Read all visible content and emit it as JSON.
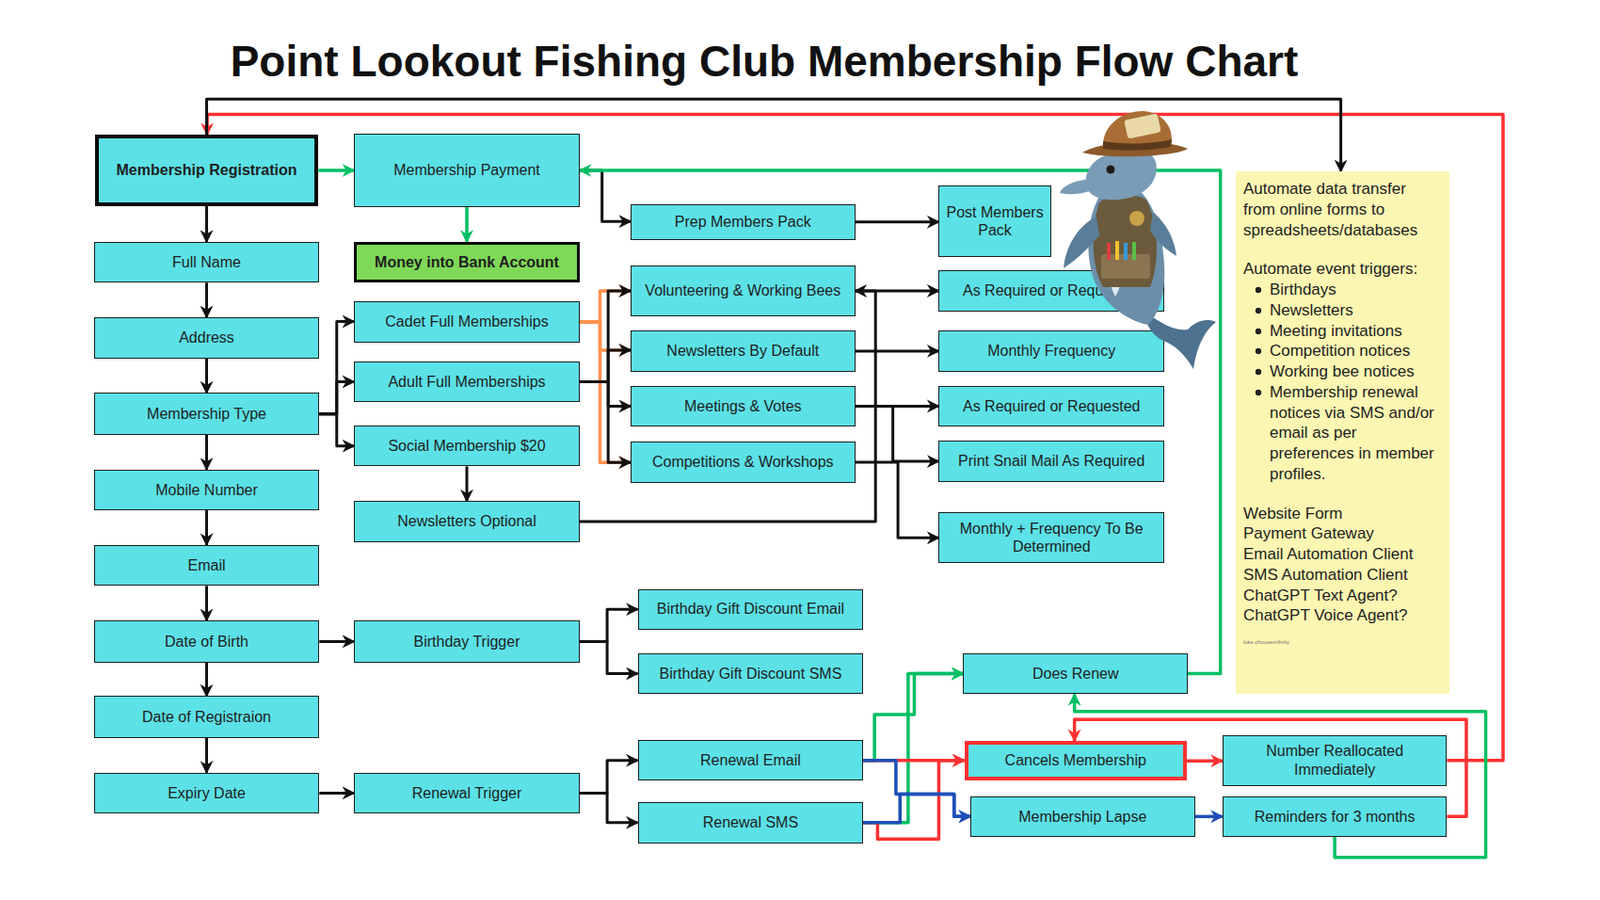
{
  "diagram": {
    "title": "Point Lookout Fishing Club Membership Flow Chart",
    "nodes": [
      {
        "text": [
          "Membership Registration"
        ]
      },
      {
        "text": [
          "Membership Payment"
        ]
      },
      {
        "text": [
          "Money into Bank Account"
        ]
      },
      {
        "text": [
          "Prep Members Pack"
        ]
      },
      {
        "text": [
          "Post Members Pack"
        ]
      },
      {
        "text": [
          "Full Name"
        ]
      },
      {
        "text": [
          "Address"
        ]
      },
      {
        "text": [
          "Membership Type"
        ]
      },
      {
        "text": [
          "Mobile Number"
        ]
      },
      {
        "text": [
          "Email"
        ]
      },
      {
        "text": [
          "Date of Birth"
        ]
      },
      {
        "text": [
          "Date of Registraion"
        ]
      },
      {
        "text": [
          "Expiry Date"
        ]
      },
      {
        "text": [
          "Cadet Full Memberships"
        ]
      },
      {
        "text": [
          "Adult Full Memberships"
        ]
      },
      {
        "text": [
          "Social Membership $20"
        ]
      },
      {
        "text": [
          "Newsletters Optional"
        ]
      },
      {
        "text": [
          "Volunteering & Working Bees"
        ]
      },
      {
        "text": [
          "Newsletters By Default"
        ]
      },
      {
        "text": [
          "Meetings & Votes"
        ]
      },
      {
        "text": [
          "Competitions & Workshops"
        ]
      },
      {
        "text": [
          "As Required or Requested"
        ]
      },
      {
        "text": [
          "Monthly Frequency"
        ]
      },
      {
        "text": [
          "As Required or Requested"
        ]
      },
      {
        "text": [
          "Print Snail Mail As Required"
        ]
      },
      {
        "text": [
          "Monthly + Frequency To Be Determined"
        ]
      },
      {
        "text": [
          "Birthday Trigger"
        ]
      },
      {
        "text": [
          "Birthday Gift Discount Email"
        ]
      },
      {
        "text": [
          "Birthday Gift Discount SMS"
        ]
      },
      {
        "text": [
          "Renewal Trigger"
        ]
      },
      {
        "text": [
          "Renewal Email"
        ]
      },
      {
        "text": [
          "Renewal SMS"
        ]
      },
      {
        "text": [
          "Does Renew"
        ]
      },
      {
        "text": [
          "Cancels Membership"
        ]
      },
      {
        "text": [
          "Number Reallocated Immediately"
        ]
      },
      {
        "text": [
          "Membership Lapse"
        ]
      },
      {
        "text": [
          "Reminders for 3 months"
        ]
      },
      {
        "text": [
          "Automate data transfer from online forms to spreadsheets/databases",
          "Automate event triggers:",
          "Birthdays",
          "Newsletters",
          "Meeting invitations",
          "Competition notices",
          "Working bee notices",
          "Membership renewal notices via SMS and/or email as per preferences in member profiles.",
          "Website Form",
          "Payment Gateway",
          "Email Automation Client",
          "SMS Automation Client",
          "ChatGPT Text Agent?",
          "ChatGPT Voice Agent?",
          "luke.chooseinfinity"
        ]
      }
    ],
    "edges": [
      {
        "from": 0,
        "to": 1,
        "arrow": "to"
      },
      {
        "from": 1,
        "to": 2,
        "arrow": "to"
      },
      {
        "from": 1,
        "to": 3,
        "arrow": "to"
      },
      {
        "from": 3,
        "to": 4,
        "arrow": "to"
      },
      {
        "from": 0,
        "to": 5,
        "arrow": "to"
      },
      {
        "from": 5,
        "to": 6,
        "arrow": "to"
      },
      {
        "from": 6,
        "to": 7,
        "arrow": "to"
      },
      {
        "from": 7,
        "to": 8,
        "arrow": "to"
      },
      {
        "from": 8,
        "to": 9,
        "arrow": "to"
      },
      {
        "from": 9,
        "to": 10,
        "arrow": "to"
      },
      {
        "from": 10,
        "to": 11,
        "arrow": "to"
      },
      {
        "from": 11,
        "to": 12,
        "arrow": "to"
      },
      {
        "from": 7,
        "to": 13,
        "arrow": "to"
      },
      {
        "from": 7,
        "to": 14,
        "arrow": "to"
      },
      {
        "from": 7,
        "to": 15,
        "arrow": "to"
      },
      {
        "from": 15,
        "to": 16,
        "arrow": "to"
      },
      {
        "from": 13,
        "to": 17,
        "arrow": "to"
      },
      {
        "from": 13,
        "to": 18,
        "arrow": "to"
      },
      {
        "from": 13,
        "to": 20,
        "arrow": "to"
      },
      {
        "from": 14,
        "to": 17,
        "arrow": "to"
      },
      {
        "from": 14,
        "to": 18,
        "arrow": "to"
      },
      {
        "from": 14,
        "to": 19,
        "arrow": "to"
      },
      {
        "from": 14,
        "to": 20,
        "arrow": "to"
      },
      {
        "from": 16,
        "to": 17,
        "arrow": "to"
      },
      {
        "from": 17,
        "to": 21,
        "arrow": "to"
      },
      {
        "from": 18,
        "to": 22,
        "arrow": "to"
      },
      {
        "from": 19,
        "to": 23,
        "arrow": "to"
      },
      {
        "from": 19,
        "to": 24,
        "arrow": "to"
      },
      {
        "from": 20,
        "to": 25,
        "arrow": "to"
      },
      {
        "from": 10,
        "to": 26,
        "arrow": "to"
      },
      {
        "from": 26,
        "to": 27,
        "arrow": "to"
      },
      {
        "from": 26,
        "to": 28,
        "arrow": "to"
      },
      {
        "from": 12,
        "to": 29,
        "arrow": "to"
      },
      {
        "from": 29,
        "to": 30,
        "arrow": "to"
      },
      {
        "from": 29,
        "to": 31,
        "arrow": "to"
      },
      {
        "from": 30,
        "to": 32,
        "arrow": "to"
      },
      {
        "from": 31,
        "to": 32,
        "arrow": "to"
      },
      {
        "from": 30,
        "to": 33,
        "arrow": "to"
      },
      {
        "from": 31,
        "to": 33,
        "arrow": "to"
      },
      {
        "from": 30,
        "to": 35,
        "arrow": "to"
      },
      {
        "from": 31,
        "to": 35,
        "arrow": "to"
      },
      {
        "from": 32,
        "to": 1,
        "arrow": "to"
      },
      {
        "from": 33,
        "to": 34,
        "arrow": "to"
      },
      {
        "from": 34,
        "to": 0,
        "arrow": "to"
      },
      {
        "from": 35,
        "to": 36,
        "arrow": "to"
      },
      {
        "from": 36,
        "to": 33,
        "arrow": "to"
      },
      {
        "from": 36,
        "to": 32,
        "arrow": "to"
      },
      {
        "from": 0,
        "to": 37,
        "arrow": "to"
      }
    ]
  }
}
